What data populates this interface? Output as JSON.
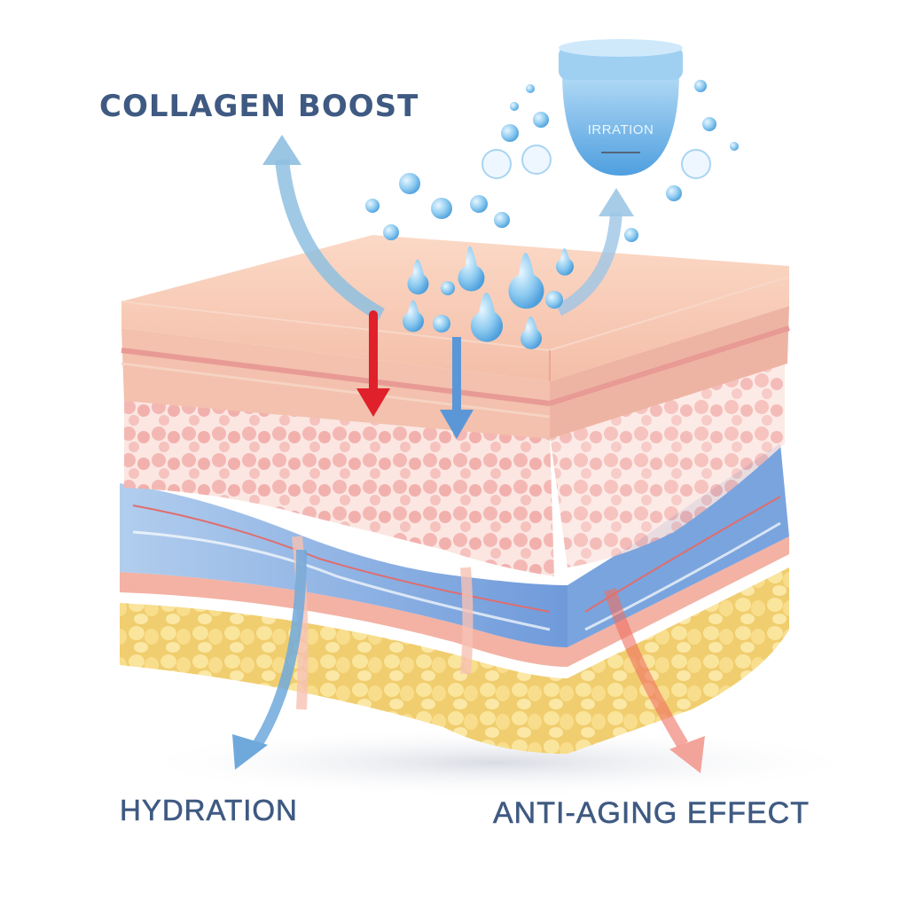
{
  "diagram": {
    "title": "Skin cross-section hydration illustration",
    "labels": {
      "collagen": "COLLAGEN BOOST",
      "hydration": "HYDRATION",
      "anti_aging": "ANTI-AGING EFFECT"
    },
    "product_jar": {
      "label": "IRRATION"
    },
    "layers": [
      {
        "name": "epidermis-surface",
        "color": "#f6c7b3"
      },
      {
        "name": "epidermis-strata",
        "color": "#f1b6a6"
      },
      {
        "name": "dermis-cells",
        "color": "#f7cfc8"
      },
      {
        "name": "dermis-fluid",
        "color": "#7fa9de"
      },
      {
        "name": "basement-membrane",
        "color": "#f3b2a4"
      },
      {
        "name": "subcutaneous-fat",
        "color": "#f7d98a"
      }
    ],
    "arrows": [
      {
        "name": "collagen-boost-arrow",
        "direction": "up-left",
        "color": "#8fbfe0"
      },
      {
        "name": "product-absorb-arrow",
        "direction": "up-right",
        "color": "#9dc6e6"
      },
      {
        "name": "red-penetration-arrow",
        "direction": "down",
        "color": "#e0202a"
      },
      {
        "name": "blue-penetration-arrow",
        "direction": "down",
        "color": "#5b97d6"
      },
      {
        "name": "hydration-arrow",
        "direction": "down-left",
        "color": "#6fa9dc"
      },
      {
        "name": "anti-aging-arrow",
        "direction": "down-right",
        "color": "#f19a90"
      }
    ],
    "colors": {
      "label_text": "#3f5a82",
      "droplet": "#7cc0ea",
      "jar": "#6fb3e6"
    }
  }
}
